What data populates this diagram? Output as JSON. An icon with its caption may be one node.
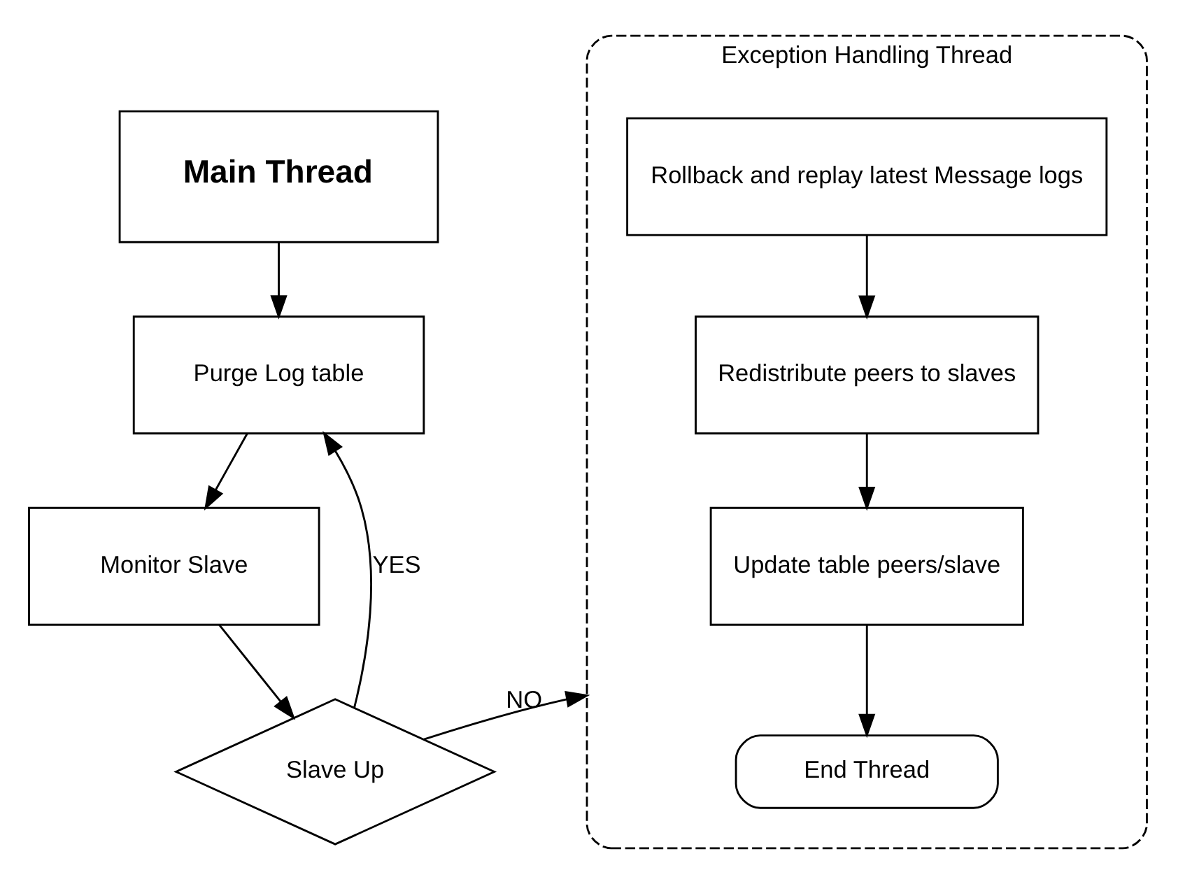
{
  "diagram": {
    "nodes": [
      {
        "text": [
          "Main Thread"
        ]
      },
      {
        "text": [
          "Purge Log table"
        ]
      },
      {
        "text": [
          "Monitor Slave"
        ]
      },
      {
        "text": [
          "Slave Up"
        ]
      },
      {
        "text": [
          "Exception Handling Thread"
        ]
      },
      {
        "text": [
          "Rollback and replay latest Message logs"
        ],
        "in": 4
      },
      {
        "text": [
          "Redistribute peers to slaves"
        ],
        "in": 4
      },
      {
        "text": [
          "Update table peers/slave"
        ],
        "in": 4
      },
      {
        "text": [
          "End Thread"
        ],
        "in": 4
      }
    ],
    "edges": [
      {
        "from": 0,
        "to": 1,
        "arrow": "to"
      },
      {
        "from": 1,
        "to": 2,
        "arrow": "to"
      },
      {
        "from": 2,
        "to": 3,
        "arrow": "to"
      },
      {
        "from": 3,
        "to": 1,
        "arrow": "to",
        "label": "YES"
      },
      {
        "from": 3,
        "to": 4,
        "arrow": "to",
        "label": "NO"
      },
      {
        "from": 5,
        "to": 6,
        "arrow": "to"
      },
      {
        "from": 6,
        "to": 7,
        "arrow": "to"
      },
      {
        "from": 7,
        "to": 8,
        "arrow": "to"
      }
    ]
  }
}
